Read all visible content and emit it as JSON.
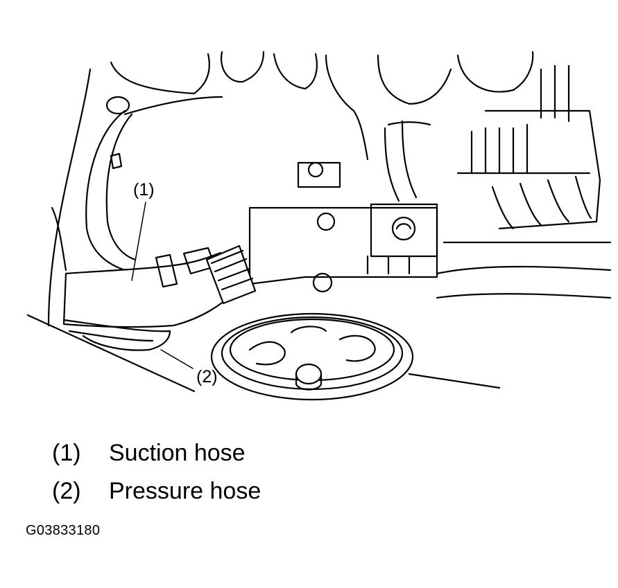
{
  "figure": {
    "callouts": [
      {
        "label": "(1)",
        "target": "Suction hose"
      },
      {
        "label": "(2)",
        "target": "Pressure hose"
      }
    ],
    "legend": [
      {
        "number": "(1)",
        "text": "Suction hose"
      },
      {
        "number": "(2)",
        "text": "Pressure hose"
      }
    ],
    "figure_id": "G03833180"
  }
}
